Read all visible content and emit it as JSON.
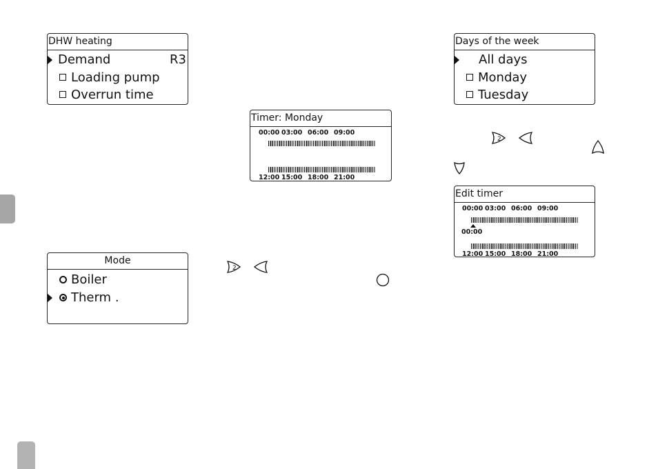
{
  "dhw_screen": {
    "title": "DHW heating",
    "items": [
      {
        "label": "Demand",
        "value": "R3"
      },
      {
        "label": "Loading pump"
      },
      {
        "label": "Overrun time"
      }
    ]
  },
  "mode_screen": {
    "title": "Mode",
    "items": [
      {
        "label": "Boiler"
      },
      {
        "label": "Therm ."
      }
    ]
  },
  "timer_screen": {
    "title": "Timer: Monday",
    "top_ticks": [
      "00:00",
      "03:00",
      "06:00",
      "09:00"
    ],
    "bottom_ticks": [
      "12:00",
      "15:00",
      "18:00",
      "21:00"
    ]
  },
  "days_screen": {
    "title": "Days of the week",
    "items": [
      {
        "label": "All days"
      },
      {
        "label": "Monday"
      },
      {
        "label": "Tuesday"
      }
    ]
  },
  "edit_timer_screen": {
    "title": "Edit timer",
    "top_ticks": [
      "00:00",
      "03:00",
      "06:00",
      "09:00"
    ],
    "cursor_time": "00:00",
    "bottom_ticks": [
      "12:00",
      "15:00",
      "18:00",
      "21:00"
    ]
  },
  "icons": {
    "right_button": "button-2-icon",
    "left_button": "left-button-icon",
    "up_button": "up-button-icon",
    "down_button": "down-button-icon",
    "ok_button": "ok-button-icon"
  }
}
